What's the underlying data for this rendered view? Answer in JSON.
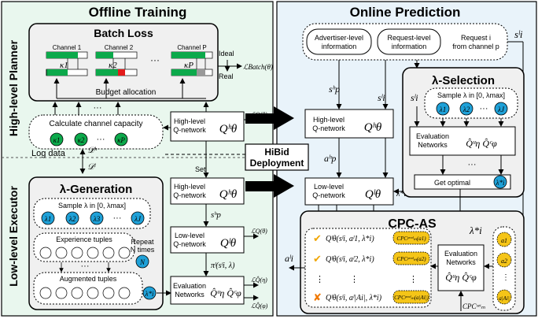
{
  "offline": {
    "title": "Offline Training",
    "planner_label": "High-level Planner",
    "executor_label": "Low-level Executor",
    "log_data": "Log data",
    "d_h": "𝒟ʰ",
    "d_l": "𝒟ˡ"
  },
  "batch_loss": {
    "title": "Batch Loss",
    "channels": [
      "Channel 1",
      "Channel 2",
      "Channel P"
    ],
    "kappas": [
      "κ1",
      "κ2",
      "κP"
    ],
    "ideal": "Ideal",
    "real": "Real",
    "budget": "Budget allocation",
    "loss": "ℒBatch(θ)",
    "dots": "···"
  },
  "capacity": {
    "label": "Calculate channel capacity",
    "kappas": [
      "κ1",
      "κ2",
      "κP"
    ],
    "dots": "···"
  },
  "offline_networks": {
    "hq_top_line1": "High-level",
    "hq_top_line2": "Q-network",
    "hq_top_sym": "Qʰθ",
    "loss_q": "ℒQ(θ)",
    "set": "Set",
    "hq_mid_line1": "High-level",
    "hq_mid_line2": "Q-network",
    "hq_mid_sym": "Qʰθ",
    "s_hp": "sʰp",
    "lq_line1": "Low-level",
    "lq_line2": "Q-network",
    "lq_sym": "Qˡθ",
    "loss_q2": "ℒQ(θ)",
    "pi": "πˡ(sˡi, λ)",
    "eval_line1": "Evaluation",
    "eval_line2": "Networks",
    "eval_sym": "Q̂ᵘη  Q̂ᶜφ",
    "loss_eta": "ℒQ̂(η)",
    "loss_phi": "ℒQ̂(φ)"
  },
  "lambda_gen": {
    "title": "λ-Generation",
    "sample": "Sample λ in [0, λmax]",
    "lambdas": [
      "λ1",
      "λ2",
      "λ3",
      "λJ"
    ],
    "experience": "Experience tuples",
    "augmented": "Augmented tuples",
    "repeat_line1": "Repeat",
    "repeat_line2": "N times",
    "n": "N",
    "lambda_star": "λ*i",
    "dots": "···"
  },
  "deployment": {
    "line1": "HiBid",
    "line2": "Deployment"
  },
  "online": {
    "title": "Online Prediction",
    "advertiser_line1": "Advertiser-level",
    "advertiser_line2": "information",
    "request_line1": "Request-level",
    "request_line2": "information",
    "request_from_line1": "Request i",
    "request_from_line2": "from channel p",
    "s_l_top": "sˡi",
    "s_hp": "sʰp",
    "s_li": "sˡi",
    "hq_line1": "High-level",
    "hq_line2": "Q-network",
    "hq_sym": "Qʰθ",
    "a_hp": "aʰp",
    "lq_line1": "Low-level",
    "lq_line2": "Q-network",
    "lq_sym": "Qˡθ",
    "lambda_star": "λ*i",
    "a_li": "aˡi",
    "dots": "···"
  },
  "lambda_sel": {
    "title": "λ-Selection",
    "s_li": "sˡi",
    "sample": "Sample λ in [0, λmax]",
    "lambdas": [
      "λ1",
      "λ2",
      "λJ"
    ],
    "eval_line1": "Evaluation",
    "eval_line2": "Networks",
    "eval_sym": "Q̂ᵘη  Q̂ᶜφ",
    "optimal": "Get optimal",
    "lambda_star": "λ*i",
    "dots": "···"
  },
  "cpc_as": {
    "title": "CPC-AS",
    "rows": [
      "Qˡθ(sˡi, aˡ1, λ*i)",
      "Qˡθ(sˡi, aˡ2, λ*i)",
      "Qˡθ(sˡi, aˡ|Ai|, λ*i)"
    ],
    "cpc_labels": [
      "CPCᵖʳᵉᵈₘ(a1)",
      "CPCᵖʳᵉᵈₘ(a2)",
      "CPCᵖʳᵉᵈₘ(a|Ai|)"
    ],
    "actions": [
      "a1",
      "a2",
      "a|Ai|"
    ],
    "marks": [
      "✔",
      "✔",
      "✘"
    ],
    "eval_line1": "Evaluation",
    "eval_line2": "Networks",
    "eval_sym": "Q̂ᵘη  Q̂ᶜφ",
    "lambda_star": "λ*i",
    "cpc_set": "CPCˢᵉᵗₘ",
    "dots": "⋮"
  },
  "colors": {
    "offline_bg": "#e9f7ee",
    "online_bg": "#e9f3fa",
    "box_bg": "#f0f0f0",
    "green": "#0ca94b",
    "red": "#e21b1b",
    "blue": "#1fa1d8",
    "yellow": "#f5c518",
    "check": "#f0a500",
    "cross": "#f07800"
  }
}
